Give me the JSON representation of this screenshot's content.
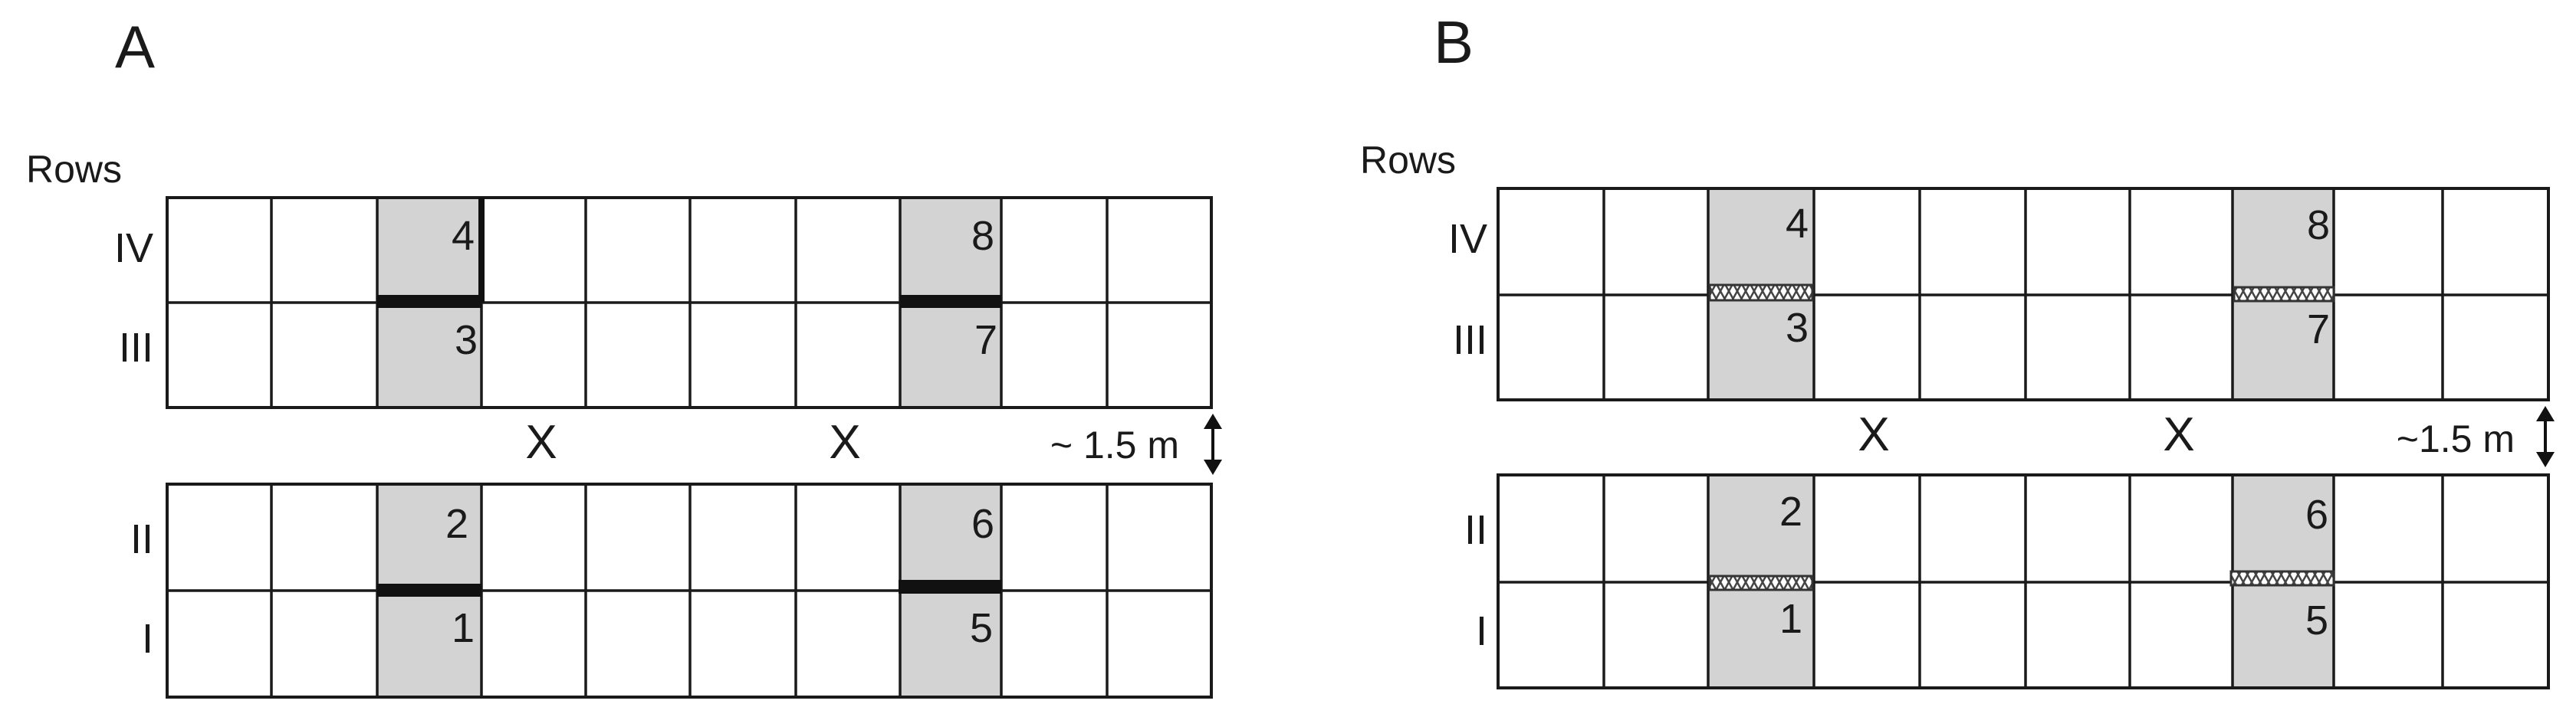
{
  "panels": [
    {
      "letter": "A",
      "rows_title": "Rows",
      "row_labels": [
        "IV",
        "III",
        "II",
        "I"
      ],
      "plot_numbers": [
        "4",
        "3",
        "8",
        "7",
        "2",
        "1",
        "6",
        "5"
      ],
      "cross_marks": [
        "X",
        "X"
      ],
      "spacing_label": "~ 1.5 m",
      "separator_style": "solid"
    },
    {
      "letter": "B",
      "rows_title": "Rows",
      "row_labels": [
        "IV",
        "III",
        "II",
        "I"
      ],
      "plot_numbers": [
        "4",
        "3",
        "8",
        "7",
        "2",
        "1",
        "6",
        "5"
      ],
      "cross_marks": [
        "X",
        "X"
      ],
      "spacing_label": "~1.5 m",
      "separator_style": "mesh"
    }
  ],
  "colors": {
    "shaded_plot": "#d3d3d3",
    "grid_line": "#1a1a1a",
    "separator_solid": "#111111",
    "background": "#ffffff"
  }
}
